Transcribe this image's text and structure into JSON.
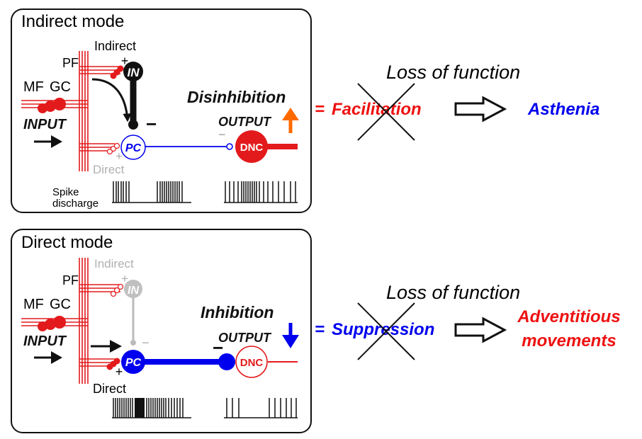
{
  "panel_top": {
    "title": "Indirect mode",
    "labels": {
      "indirect": "Indirect",
      "pf": "PF",
      "mf": "MF",
      "gc": "GC",
      "input": "INPUT",
      "direct": "Direct",
      "in": "IN",
      "pc": "PC",
      "dnc": "DNC",
      "output": "OUTPUT",
      "spike_1": "Spike",
      "spike_2": "discharge",
      "effect": "Disinhibition",
      "plus_in": "+",
      "plus_direct": "+",
      "minus_in": "−",
      "minus_pc": "−"
    },
    "colors": {
      "in": "#111111",
      "pc": "#0000ee",
      "dnc": "#ee1111",
      "arrow": "#ff6a00"
    }
  },
  "panel_bottom": {
    "title": "Direct mode",
    "labels": {
      "indirect": "Indirect",
      "pf": "PF",
      "mf": "MF",
      "gc": "GC",
      "input": "INPUT",
      "direct": "Direct",
      "in": "IN",
      "pc": "PC",
      "dnc": "DNC",
      "output": "OUTPUT",
      "effect": "Inhibition",
      "plus_in": "+",
      "plus_direct": "+",
      "minus_in": "−",
      "minus_pc": "−"
    },
    "colors": {
      "in": "#bbbbbb",
      "pc": "#0000ee",
      "dnc": "#ee1111",
      "arrow": "#0000ee"
    }
  },
  "right_top": {
    "equals": "=",
    "result": "Facilitation",
    "loss": "Loss of function",
    "consequence": "Asthenia",
    "colors": {
      "result": "#ee1111",
      "consequence": "#0000ee"
    }
  },
  "right_bottom": {
    "equals": "=",
    "result": "Suppression",
    "loss": "Loss of function",
    "consequence_1": "Adventitious",
    "consequence_2": "movements",
    "colors": {
      "result": "#0000ee",
      "consequence": "#ee1111"
    }
  }
}
